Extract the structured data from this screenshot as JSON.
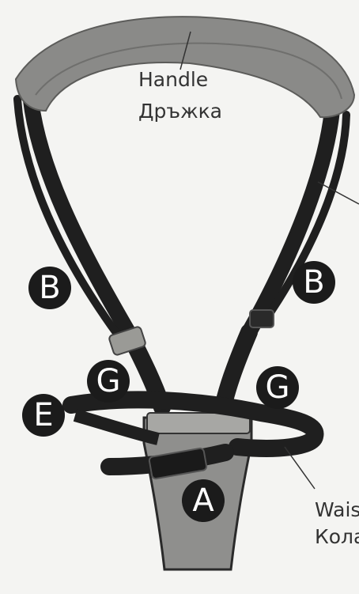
{
  "labels": {
    "handle_en": "Handle",
    "handle_bg": "Дръжка",
    "waist_en": "Waist",
    "waist_bg": "Кола"
  },
  "markers": {
    "b_left": "B",
    "b_right": "B",
    "g_left": "G",
    "g_right": "G",
    "e": "E",
    "a": "A"
  },
  "colors": {
    "background": "#f4f4f2",
    "handle_pad": "#8a8a88",
    "strap": "#1f1f1f",
    "seat": "#8f8f8d",
    "marker_fill": "#1b1b1b"
  }
}
